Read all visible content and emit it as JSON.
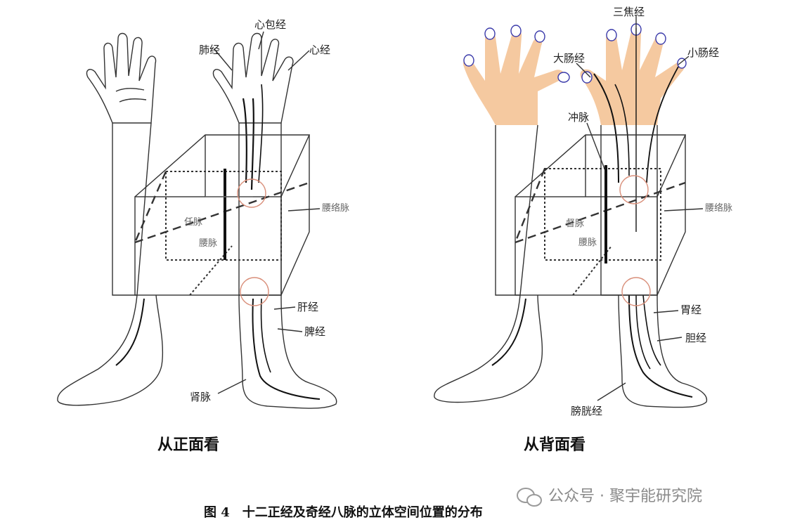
{
  "front": {
    "caption": "从正面看",
    "labels": {
      "xinbao": "心包经",
      "fei": "肺经",
      "xin": "心经",
      "daimai": "腰络脉",
      "renmai": "任脉",
      "dumai": "腰脉",
      "gan": "肝经",
      "pi": "脾经",
      "shen": "肾脉"
    }
  },
  "back": {
    "caption": "从背面看",
    "labels": {
      "sanjiao": "三焦经",
      "dachang": "大肠经",
      "xiaochang": "小肠经",
      "chongmai": "冲脉",
      "daimai": "腰络脉",
      "renmai": "督脉",
      "dumai": "腰脉",
      "wei": "胃经",
      "dan": "胆经",
      "pangguang": "膀胱经"
    }
  },
  "figure_caption": "图 4　十二正经及奇经八脉的立体空间位置的分布",
  "watermark": "公众号 · 聚宇能研究院",
  "colors": {
    "skin": "#f5c9a0",
    "nail": "#3a3aaa",
    "line": "#222222",
    "circle": "#d98f7a"
  }
}
